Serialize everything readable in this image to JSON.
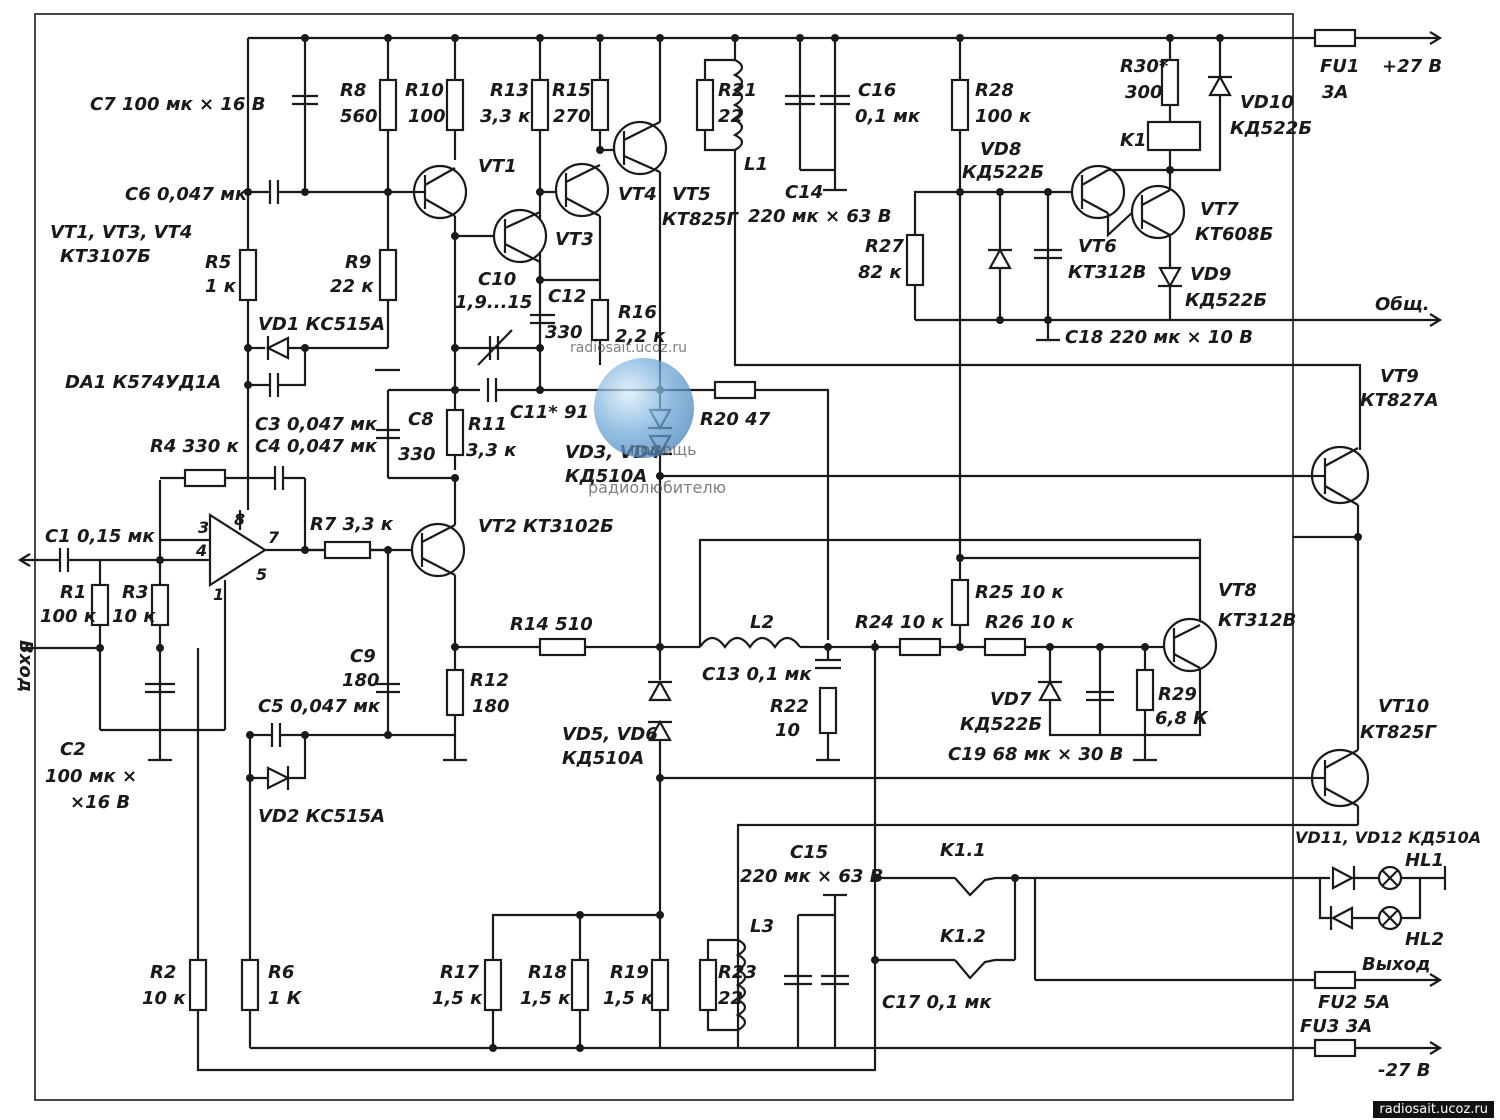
{
  "components": {
    "c7": "C7 100 мк × 16 В",
    "c6": "C6 0,047 мк",
    "vt134": "VT1, VT3, VT4",
    "vt134_type": "КТ3107Б",
    "r5": "R5",
    "r5_val": "1 к",
    "vd1": "VD1  КС515А",
    "da1": "DA1  К574УД1А",
    "c3": "C3 0,047 мк",
    "c4": "C4 0,047 мк",
    "r4": "R4  330 к",
    "c1": "C1  0,15 мк",
    "r1": "R1",
    "r1_val": "100 к",
    "r3": "R3",
    "r3_val": "10 к",
    "c2": "C2",
    "c2_val1": "100 мк ×",
    "c2_val2": "×16 В",
    "pin3": "3",
    "pin4": "4",
    "pin8": "8",
    "pin7": "7",
    "pin5": "5",
    "pin1": "1",
    "r8": "R8",
    "r8_val": "560",
    "r10": "R10",
    "r10_val": "100",
    "vt1": "VT1",
    "r9": "R9",
    "r9_val": "22 к",
    "r13": "R13",
    "r13_val": "3,3 к",
    "r15": "R15",
    "r15_val": "270",
    "vt4": "VT4",
    "vt3": "VT3",
    "c10": "C10",
    "c10_val": "1,9...15",
    "c12": "C12",
    "c12_val": "330",
    "r16": "R16",
    "r16_val": "2,2 к",
    "c8": "C8",
    "c8_val": "330",
    "r11": "R11",
    "r11_val": "3,3 к",
    "c11": "C11* 91",
    "r7": "R7  3,3 к",
    "vt2": "VT2  КТ3102Б",
    "c9": "C9",
    "c9_val": "180",
    "r12": "R12",
    "r12_val": "180",
    "c5": "C5 0,047 мк",
    "vd2": "VD2  КС515А",
    "r14": "R14  510",
    "vd34": "VD3, VD4",
    "vd34_type": "КД510А",
    "vd56": "VD5, VD6",
    "vd56_type": "КД510А",
    "r2": "R2",
    "r2_val": "10 к",
    "r6": "R6",
    "r6_val": "1 К",
    "r17": "R17",
    "r18": "R18",
    "r19": "R19",
    "r171819_val": "1,5 к",
    "vt5": "VT5",
    "vt5_type": "КТ825Г",
    "r21": "R21",
    "r21_val": "22",
    "l1": "L1",
    "c14": "C14",
    "c14_val": "220 мк × 63 В",
    "c16": "C16",
    "c16_val": "0,1 мк",
    "r20": "R20  47",
    "l2": "L2",
    "c13": "C13  0,1 мк",
    "r22": "R22",
    "r22_val": "10",
    "r24": "R24  10 к",
    "r25": "R25  10 к",
    "r26": "R26  10 к",
    "vt8": "VT8",
    "vt8_type": "КТ312В",
    "vd7": "VD7",
    "vd7_type": "КД522Б",
    "r29": "R29",
    "r29_val": "6,8 К",
    "c19": "C19  68  мк × 30 В",
    "r28": "R28",
    "r28_val": "100 к",
    "vd8": "VD8",
    "vd8_type": "КД522Б",
    "r27": "R27",
    "r27_val": "82 к",
    "vt6": "VT6",
    "vt6_type": "КТ312В",
    "c18": "C18  220 мк × 10 В",
    "r30": "R30*",
    "r30_val": "300",
    "k1": "K1",
    "vd10": "VD10",
    "vd10_type": "КД522Б",
    "vt7": "VT7",
    "vt7_type": "КТ608Б",
    "vd9": "VD9",
    "vd9_type": "КД522Б",
    "fu1": "FU1",
    "fu1_val": "3А",
    "vt9": "VT9",
    "vt9_type": "КТ827А",
    "vt10": "VT10",
    "vt10_type": "КТ825Г",
    "vd1112": "VD11, VD12  КД510А",
    "hl1": "HL1",
    "hl2": "HL2",
    "c15": "C15",
    "c15_val": "220 мк × 63 В",
    "k11": "K1.1",
    "k12": "K1.2",
    "l3": "L3",
    "r23": "R23",
    "r23_val": "22",
    "c17": "C17  0,1 мк",
    "fu2": "FU2  5А",
    "fu3": "FU3  3А"
  },
  "terminals": {
    "plus27": "+27 В",
    "common": "Общ.",
    "output": "Выход",
    "minus27": "-27 В",
    "input": "Вход"
  },
  "watermark": {
    "url": "radiosait.ucoz.ru",
    "line1": "помощь",
    "line2": "радиолюбителю"
  },
  "footer_url": "radiosait.ucoz.ru"
}
